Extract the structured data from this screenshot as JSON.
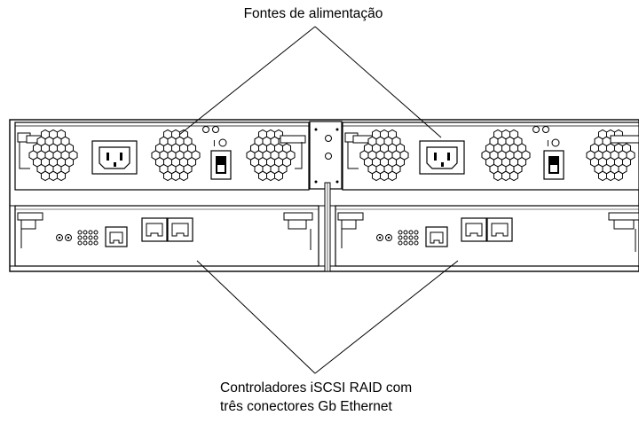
{
  "callouts": {
    "power_supplies": "Fontes de alimentação",
    "controllers_line1": "Controladores iSCSI RAID com",
    "controllers_line2": "três conectores Gb Ethernet"
  },
  "colors": {
    "line": "#000000",
    "fill": "#ffffff",
    "hole": "#000000",
    "rail": "#cccccc"
  }
}
